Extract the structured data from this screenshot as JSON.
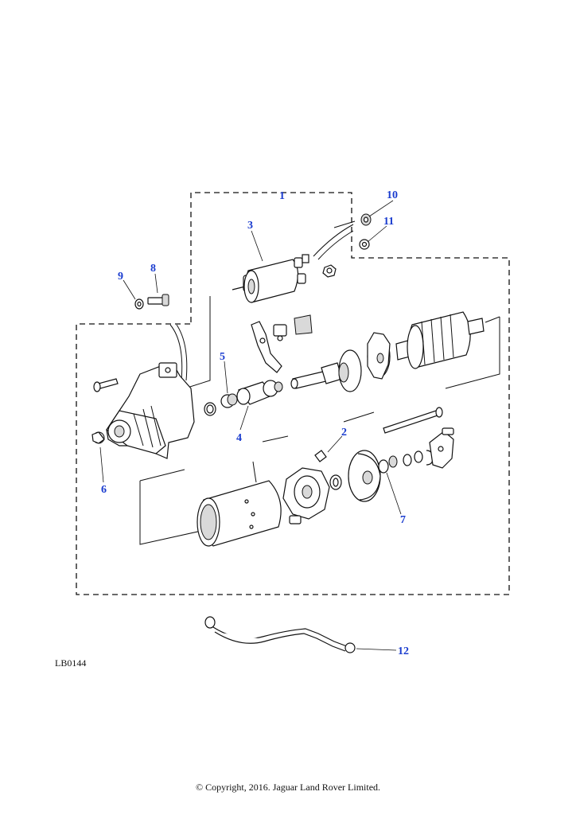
{
  "diagram": {
    "callouts": [
      "1",
      "2",
      "3",
      "4",
      "5",
      "6",
      "7",
      "8",
      "9",
      "10",
      "11",
      "12"
    ],
    "reference_code": "LB0144",
    "copyright": "© Copyright, 2016. Jaguar Land Rover Limited."
  }
}
